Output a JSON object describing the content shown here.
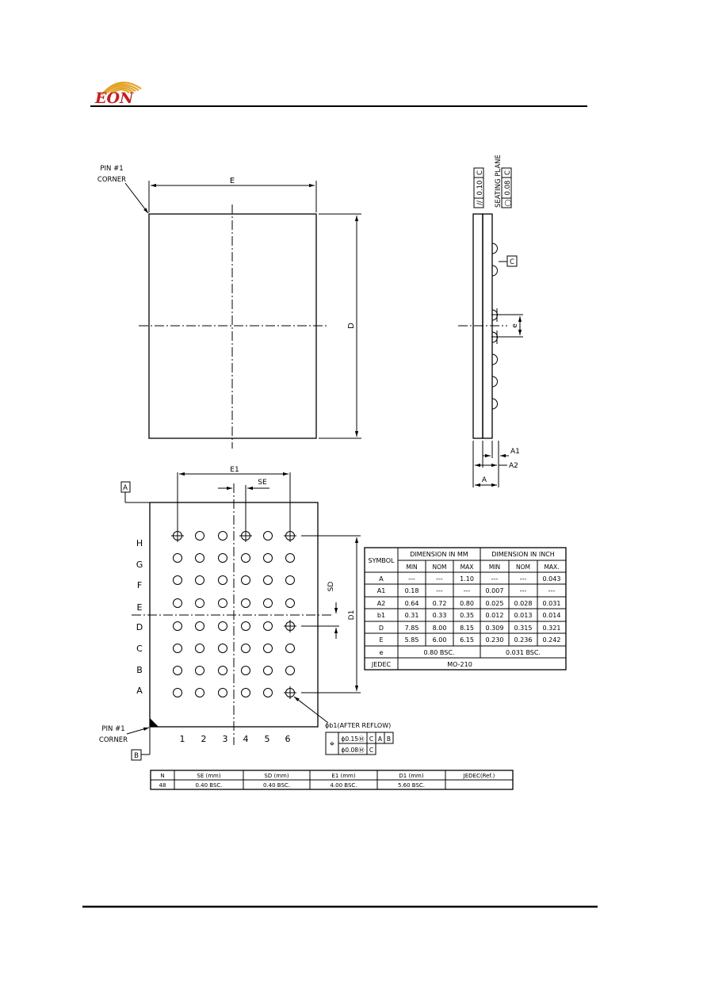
{
  "header": {
    "logo_text": "EON"
  },
  "top_view": {
    "pin1_label": [
      "PIN #1",
      "CORNER"
    ],
    "dim_e_label": "E",
    "dim_d_label": "D"
  },
  "side_view": {
    "parallelism": {
      "symbol": "//",
      "value": "0.10",
      "datum": "C"
    },
    "seating_plane_label": "SEATING PLANE",
    "flatness": {
      "symbol": "◯",
      "value": "0.08",
      "datum": "C"
    },
    "datum_c_label": "C",
    "dim_e_pitch_label": "e",
    "dim_a1_label": "A1",
    "dim_a2_label": "A2",
    "dim_a_label": "A"
  },
  "bottom_view": {
    "datum_a_label": "A",
    "datum_b_label": "B",
    "pin1_label": [
      "PIN #1",
      "CORNER"
    ],
    "dim_e1_label": "E1",
    "dim_se_label": "SE",
    "dim_sd_label": "SD",
    "dim_d1_label": "D1",
    "row_labels": [
      "H",
      "G",
      "F",
      "E",
      "D",
      "C",
      "B",
      "A"
    ],
    "column_labels": [
      "1",
      "2",
      "3",
      "4",
      "5",
      "6"
    ],
    "ball_note": "ϕb1(AFTER REFLOW)",
    "ball_tolerance": [
      {
        "value": "ϕ0.15Ⓜ",
        "datums": [
          "C",
          "A",
          "B"
        ]
      },
      {
        "value": "ϕ0.08Ⓜ",
        "datums": [
          "C"
        ]
      }
    ]
  },
  "dimension_table": {
    "symbol_header": "SYMBOL",
    "mm_header": "DIMENSION IN MM",
    "inch_header": "DIMENSION IN INCH",
    "subheaders": [
      "MIN",
      "NOM",
      "MAX",
      "MIN",
      "NOM",
      "MAX."
    ],
    "rows": [
      {
        "symbol": "A",
        "values": [
          "---",
          "---",
          "1.10",
          "---",
          "---",
          "0.043"
        ]
      },
      {
        "symbol": "A1",
        "values": [
          "0.18",
          "---",
          "---",
          "0.007",
          "---",
          "---"
        ]
      },
      {
        "symbol": "A2",
        "values": [
          "0.64",
          "0.72",
          "0.80",
          "0.025",
          "0.028",
          "0.031"
        ]
      },
      {
        "symbol": "b1",
        "values": [
          "0.31",
          "0.33",
          "0.35",
          "0.012",
          "0.013",
          "0.014"
        ]
      },
      {
        "symbol": "D",
        "values": [
          "7.85",
          "8.00",
          "8.15",
          "0.309",
          "0.315",
          "0.321"
        ]
      },
      {
        "symbol": "E",
        "values": [
          "5.85",
          "6.00",
          "6.15",
          "0.230",
          "0.236",
          "0.242"
        ]
      }
    ],
    "e_row": {
      "symbol": "e",
      "mm": "0.80 BSC.",
      "inch": "0.031 BSC."
    },
    "jedec_row": {
      "symbol": "JEDEC",
      "value": "MO-210"
    }
  },
  "package_table": {
    "headers": [
      "N",
      "SE (mm)",
      "SD (mm)",
      "E1 (mm)",
      "D1 (mm)",
      "JEDEC(Ref.)"
    ],
    "values": [
      "48",
      "0.40 BSC.",
      "0.40 BSC.",
      "4.00 BSC.",
      "5.60 BSC.",
      ""
    ]
  }
}
